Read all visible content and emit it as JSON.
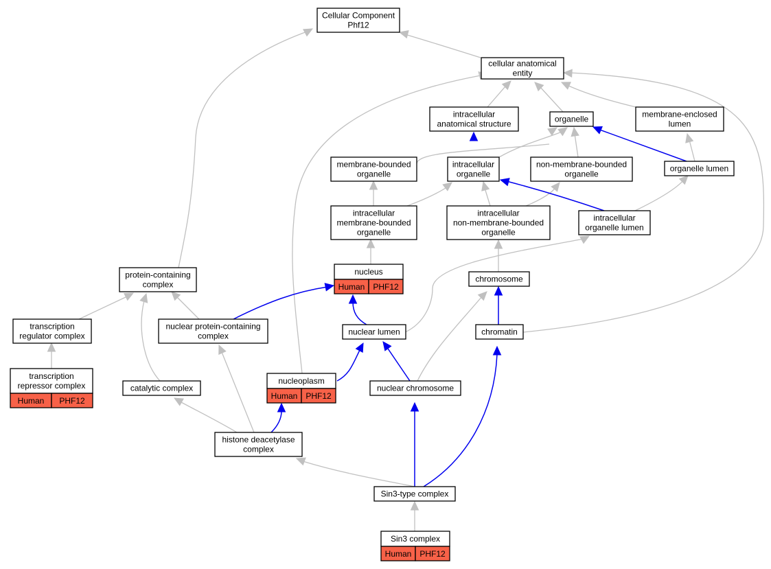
{
  "colors": {
    "is_a_edge": "#c0c0c0",
    "part_of_edge": "#0000ee",
    "annotation_fill": "#f76148"
  },
  "nodes": {
    "root": {
      "lines": [
        "Cellular Component",
        "Phf12"
      ]
    },
    "cae": {
      "lines": [
        "cellular anatomical",
        "entity"
      ]
    },
    "ias": {
      "lines": [
        "intracellular",
        "anatomical structure"
      ]
    },
    "org": {
      "lines": [
        "organelle"
      ]
    },
    "mel": {
      "lines": [
        "membrane-enclosed",
        "lumen"
      ]
    },
    "mbo": {
      "lines": [
        "membrane-bounded",
        "organelle"
      ]
    },
    "io": {
      "lines": [
        "intracellular",
        "organelle"
      ]
    },
    "nmbo": {
      "lines": [
        "non-membrane-bounded",
        "organelle"
      ]
    },
    "orglum": {
      "lines": [
        "organelle lumen"
      ]
    },
    "imbo": {
      "lines": [
        "intracellular",
        "membrane-bounded",
        "organelle"
      ]
    },
    "inmbo": {
      "lines": [
        "intracellular",
        "non-membrane-bounded",
        "organelle"
      ]
    },
    "iol": {
      "lines": [
        "intracellular",
        "organelle lumen"
      ]
    },
    "nucleus": {
      "lines": [
        "nucleus"
      ],
      "annotation": [
        "Human",
        "PHF12"
      ]
    },
    "pcc": {
      "lines": [
        "protein-containing",
        "complex"
      ]
    },
    "chromosome": {
      "lines": [
        "chromosome"
      ]
    },
    "trc": {
      "lines": [
        "transcription",
        "regulator complex"
      ]
    },
    "npcc": {
      "lines": [
        "nuclear protein-containing",
        "complex"
      ]
    },
    "nlumen": {
      "lines": [
        "nuclear lumen"
      ]
    },
    "chromatin": {
      "lines": [
        "chromatin"
      ]
    },
    "trepc": {
      "lines": [
        "transcription",
        "repressor complex"
      ],
      "annotation": [
        "Human",
        "PHF12"
      ]
    },
    "nucleoplasm": {
      "lines": [
        "nucleoplasm"
      ],
      "annotation": [
        "Human",
        "PHF12"
      ]
    },
    "catc": {
      "lines": [
        "catalytic complex"
      ]
    },
    "nchrom": {
      "lines": [
        "nuclear chromosome"
      ]
    },
    "hdac": {
      "lines": [
        "histone deacetylase",
        "complex"
      ]
    },
    "sin3type": {
      "lines": [
        "Sin3-type complex"
      ]
    },
    "sin3": {
      "lines": [
        "Sin3 complex"
      ],
      "annotation": [
        "Human",
        "PHF12"
      ]
    }
  }
}
